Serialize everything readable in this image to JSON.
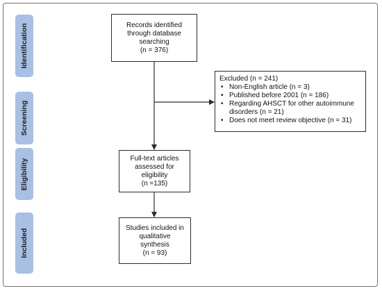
{
  "stages": [
    {
      "label": "Identification"
    },
    {
      "label": "Screening"
    },
    {
      "label": "Eligibility"
    },
    {
      "label": "Included"
    }
  ],
  "boxes": {
    "identified": {
      "lines": [
        "Records identified",
        "through database",
        "searching",
        "(n = 376)"
      ]
    },
    "fulltext": {
      "lines": [
        "Full-text articles",
        "assessed for",
        "eligibility",
        "(n =135)"
      ]
    },
    "included": {
      "lines": [
        "Studies included in",
        "qualitative",
        "synthesis",
        "(n = 93)"
      ]
    }
  },
  "excluded": {
    "title": "Excluded (n = 241)",
    "items": [
      "Non-English article (n = 3)",
      "Published before 2001 (n = 186)",
      "Regarding AHSCT for other autoimmune disorders (n = 21)",
      "Does not meet review objective (n = 31)"
    ]
  },
  "colors": {
    "stage_fill": "#a7c0e3",
    "box_border": "#2b2b2b",
    "frame_border": "#6f6f6f"
  }
}
